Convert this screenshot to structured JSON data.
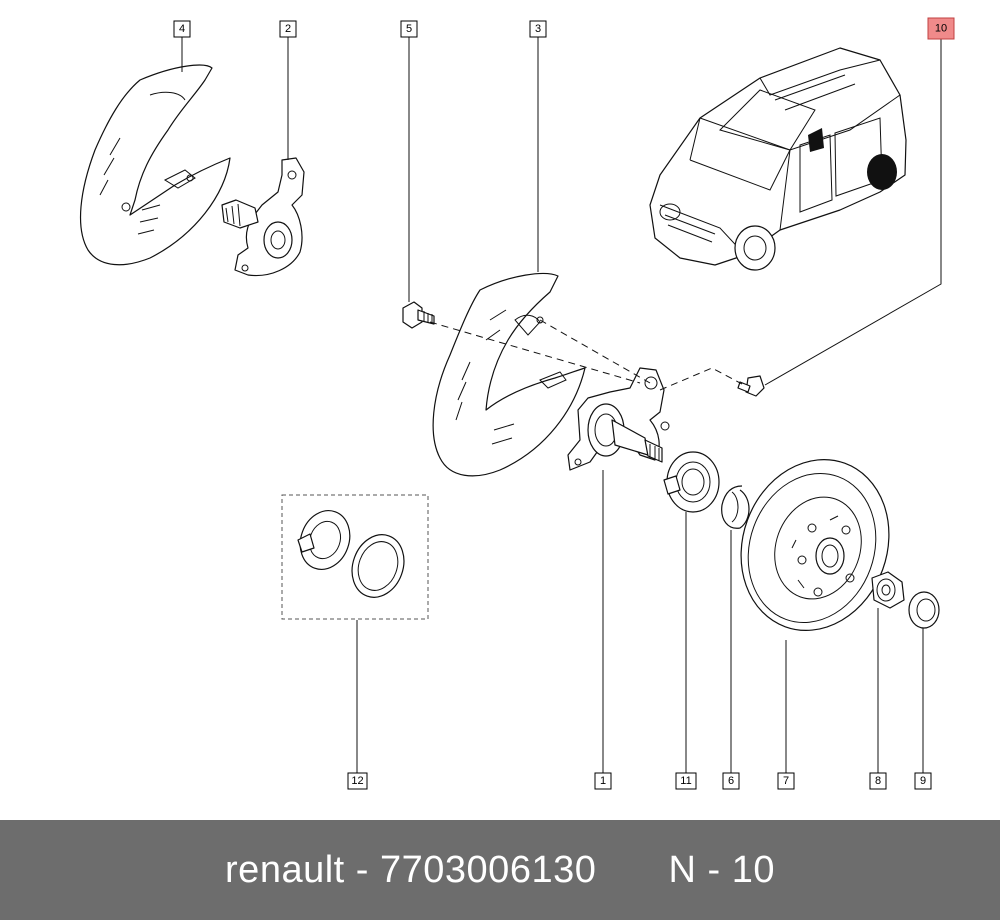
{
  "callouts": [
    {
      "id": "1",
      "label": "1"
    },
    {
      "id": "2",
      "label": "2"
    },
    {
      "id": "3",
      "label": "3"
    },
    {
      "id": "4",
      "label": "4"
    },
    {
      "id": "5",
      "label": "5"
    },
    {
      "id": "6",
      "label": "6"
    },
    {
      "id": "7",
      "label": "7"
    },
    {
      "id": "8",
      "label": "8"
    },
    {
      "id": "9",
      "label": "9"
    },
    {
      "id": "10",
      "label": "10"
    },
    {
      "id": "11",
      "label": "11"
    },
    {
      "id": "12",
      "label": "12"
    }
  ],
  "highlight_color": "#f08a8a",
  "footer": {
    "brand": "renault",
    "dash1": "-",
    "part_number": "7703006130",
    "ref": "N - 10"
  }
}
